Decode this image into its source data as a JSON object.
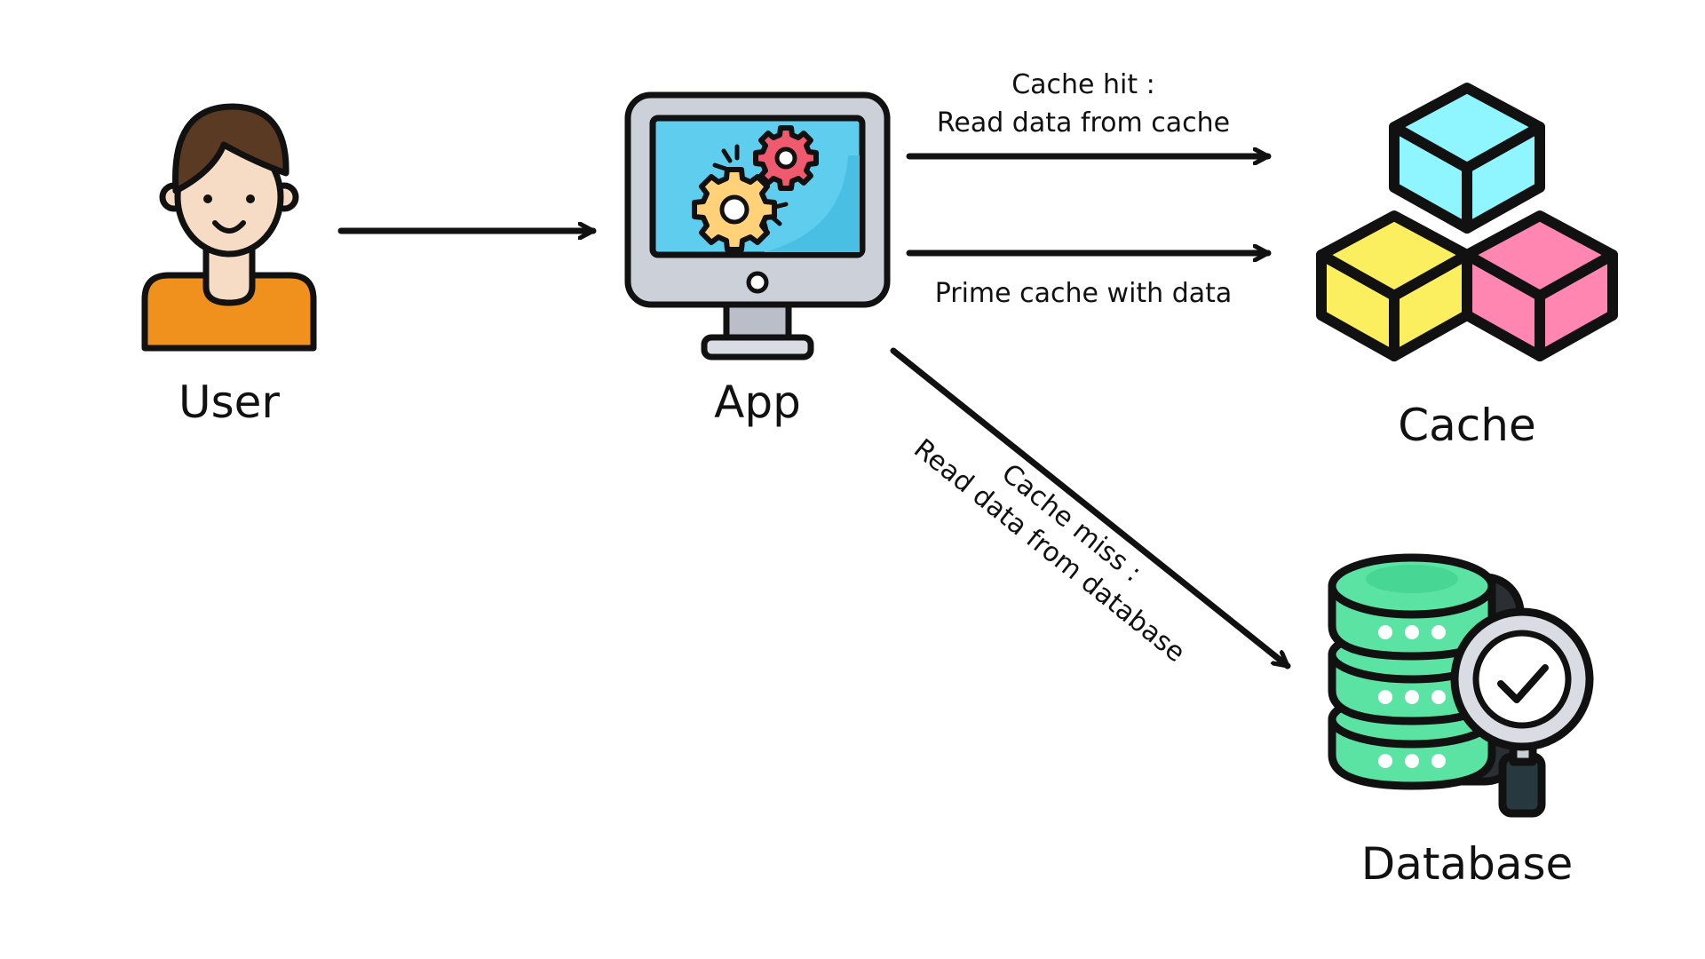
{
  "nodes": {
    "user": {
      "label": "User",
      "icon": "person-icon"
    },
    "app": {
      "label": "App",
      "icon": "computer-gears-icon"
    },
    "cache": {
      "label": "Cache",
      "icon": "cubes-icon"
    },
    "database": {
      "label": "Database",
      "icon": "database-search-icon"
    }
  },
  "edges": {
    "cache_hit": {
      "line1": "Cache hit :",
      "line2": "Read data from cache"
    },
    "prime_cache": {
      "label": "Prime cache with data"
    },
    "cache_miss": {
      "line1": "Cache miss :",
      "line2": "Read data from database"
    }
  },
  "colors": {
    "stroke": "#111111",
    "user_shirt": "#F0911E",
    "user_skin": "#F6DCC4",
    "user_hair": "#5A3A22",
    "monitor_body": "#CCD0D8",
    "monitor_screen": "#5FCDEE",
    "gear_red": "#EF5A6F",
    "gear_yellow": "#FFD27A",
    "cube_cyan": "#8FF5FF",
    "cube_yellow": "#FBEF5F",
    "cube_pink": "#FF86B0",
    "db_green": "#5BE3A3",
    "magnifier_gray": "#D9DCE2",
    "magnifier_handle": "#27393F"
  }
}
